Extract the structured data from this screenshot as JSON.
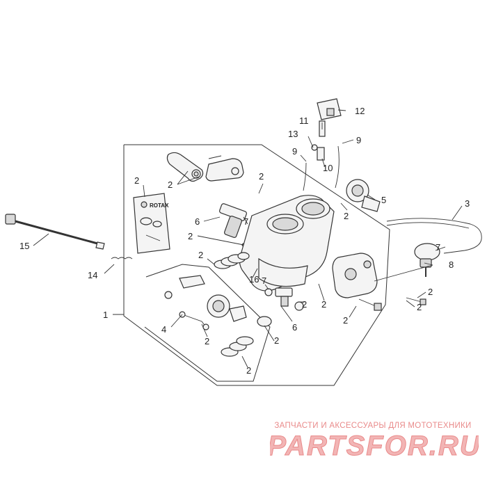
{
  "callouts": [
    {
      "id": "c12",
      "text": "12"
    },
    {
      "id": "c11",
      "text": "11"
    },
    {
      "id": "c13",
      "text": "13"
    },
    {
      "id": "c9a",
      "text": "9"
    },
    {
      "id": "c9b",
      "text": "9"
    },
    {
      "id": "c10",
      "text": "10"
    },
    {
      "id": "c2a",
      "text": "2"
    },
    {
      "id": "c2b",
      "text": "2"
    },
    {
      "id": "c2c",
      "text": "2"
    },
    {
      "id": "c5",
      "text": "5"
    },
    {
      "id": "c3",
      "text": "3"
    },
    {
      "id": "c6a",
      "text": "6"
    },
    {
      "id": "c7a",
      "text": "7"
    },
    {
      "id": "c2d",
      "text": "2"
    },
    {
      "id": "c2e",
      "text": "2"
    },
    {
      "id": "c15",
      "text": "15"
    },
    {
      "id": "c2f",
      "text": "2"
    },
    {
      "id": "c14",
      "text": "14"
    },
    {
      "id": "c7b",
      "text": "7"
    },
    {
      "id": "c8",
      "text": "8"
    },
    {
      "id": "c16",
      "text": "16"
    },
    {
      "id": "c7c",
      "text": "7"
    },
    {
      "id": "c2g",
      "text": "2"
    },
    {
      "id": "c2h",
      "text": "2"
    },
    {
      "id": "c2i",
      "text": "2"
    },
    {
      "id": "c2j",
      "text": "2"
    },
    {
      "id": "c2k",
      "text": "2"
    },
    {
      "id": "c1",
      "text": "1"
    },
    {
      "id": "c4",
      "text": "4"
    },
    {
      "id": "c2l",
      "text": "2"
    },
    {
      "id": "c6b",
      "text": "6"
    },
    {
      "id": "c2m",
      "text": "2"
    },
    {
      "id": "c2n",
      "text": "2"
    }
  ],
  "kit_label": "ROTAX",
  "watermark": {
    "caption": "ЗАПЧАСТИ И АКСЕССУАРЫ ДЛЯ МОТОТЕХНИКИ",
    "logo": "PARTSFOR.RU"
  },
  "colors": {
    "line": "#333333",
    "watermark": "#e98a8a"
  }
}
